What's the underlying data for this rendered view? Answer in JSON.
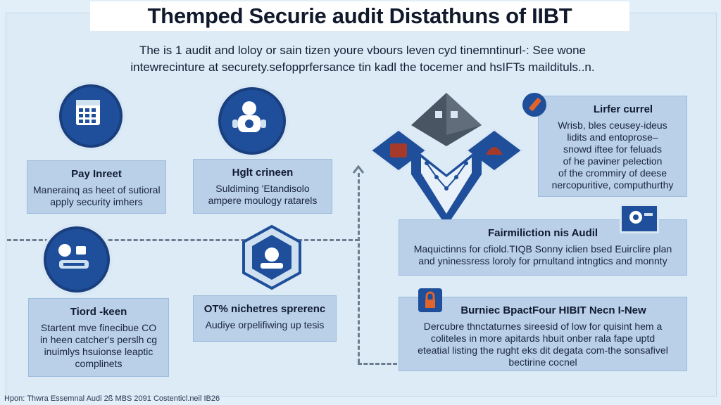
{
  "title": "Themped Securie audit Distathuns of IIBT",
  "intro": {
    "line1": "The is 1 audit and loloy or sain tizen youre vbours leven cyd tinemntinurl-: See wone",
    "line2": "intewrecinture at securety.sefopprfersance tin kadl the tocemer and hsIFTs maildituls..n."
  },
  "cards": {
    "pay_inreet": {
      "title": "Pay Inreet",
      "lines": [
        "Manerainq as heet of sutioral",
        "apply security imhers"
      ]
    },
    "hglt_crineen": {
      "title": "Hglt crineen",
      "lines": [
        "Suldiming 'Etandisolo",
        "ampere moulogy ratarels"
      ]
    },
    "tiord_keen": {
      "title": "Tiord -keen",
      "lines": [
        "Startent mve finecibue CO",
        "in heen catcher's perslh cg",
        "inuimlys hsuionse leaptic",
        "complinets"
      ]
    },
    "ot_nichetres": {
      "title": "OT% nichetres sprerenc",
      "lines": [
        "Audiye orpelifiwing up tesis"
      ]
    },
    "lirfer_currel": {
      "title": "Lirfer currel",
      "lines": [
        "Wrisb, bles ceusey-ideus",
        "lidits and entoprose–",
        "snowd iftee for feluads",
        "of he paviner pelection",
        "of the crommiry of deese",
        "nercopuritive, computhurthy"
      ]
    },
    "fairmiliction": {
      "title": "Fairmiliction nis Audil",
      "lines": [
        "Maquictinns for cfiold.TIQB Sonny iclien bsed Euirclire plan",
        "and yninessress loroly for prnultand intngtics and monnty"
      ]
    },
    "burniec": {
      "title": "Burniec BpactFour HIBIT Necn I-New",
      "lines": [
        "Dercubre thnctaturnes sireesid of low for quisint hem a",
        "coliteles in more apitards hbuit onber rala fape uptd",
        "eteatial listing the rught eks dit degata com-the sonsafivel",
        "bectirine cocnel"
      ]
    }
  },
  "footer": "Hpon: Thwra Essemnal Audi 2ß MBS 2091 Costenticl.neil IB26",
  "colors": {
    "accent": "#1f4f9a",
    "card_fill": "#b9d0e8",
    "background": "#dcebf6"
  }
}
